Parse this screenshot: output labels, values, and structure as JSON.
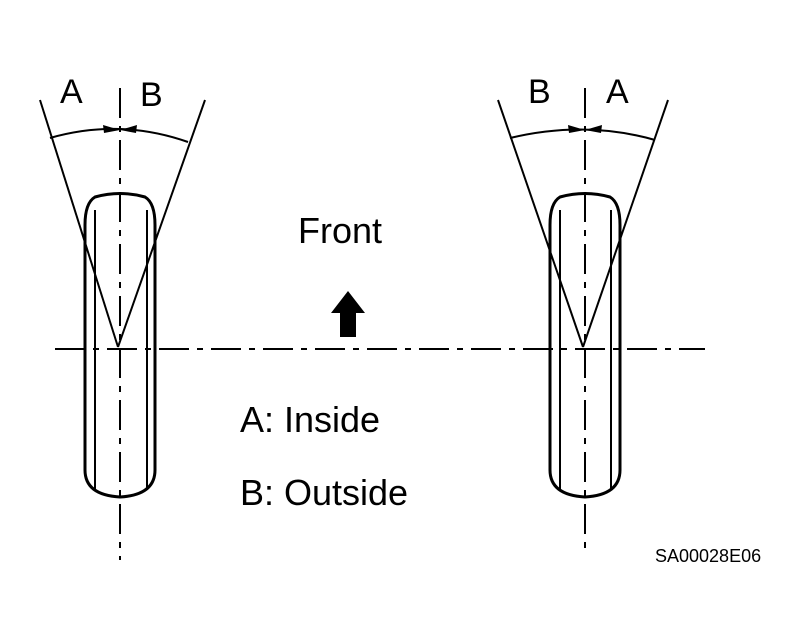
{
  "labels": {
    "left_a": "A",
    "left_b": "B",
    "right_b": "B",
    "right_a": "A",
    "front": "Front",
    "legend_a": "A: Inside",
    "legend_b": "B: Outside",
    "figure_code": "SA00028E06"
  },
  "colors": {
    "ink": "#000000",
    "background": "#ffffff"
  }
}
